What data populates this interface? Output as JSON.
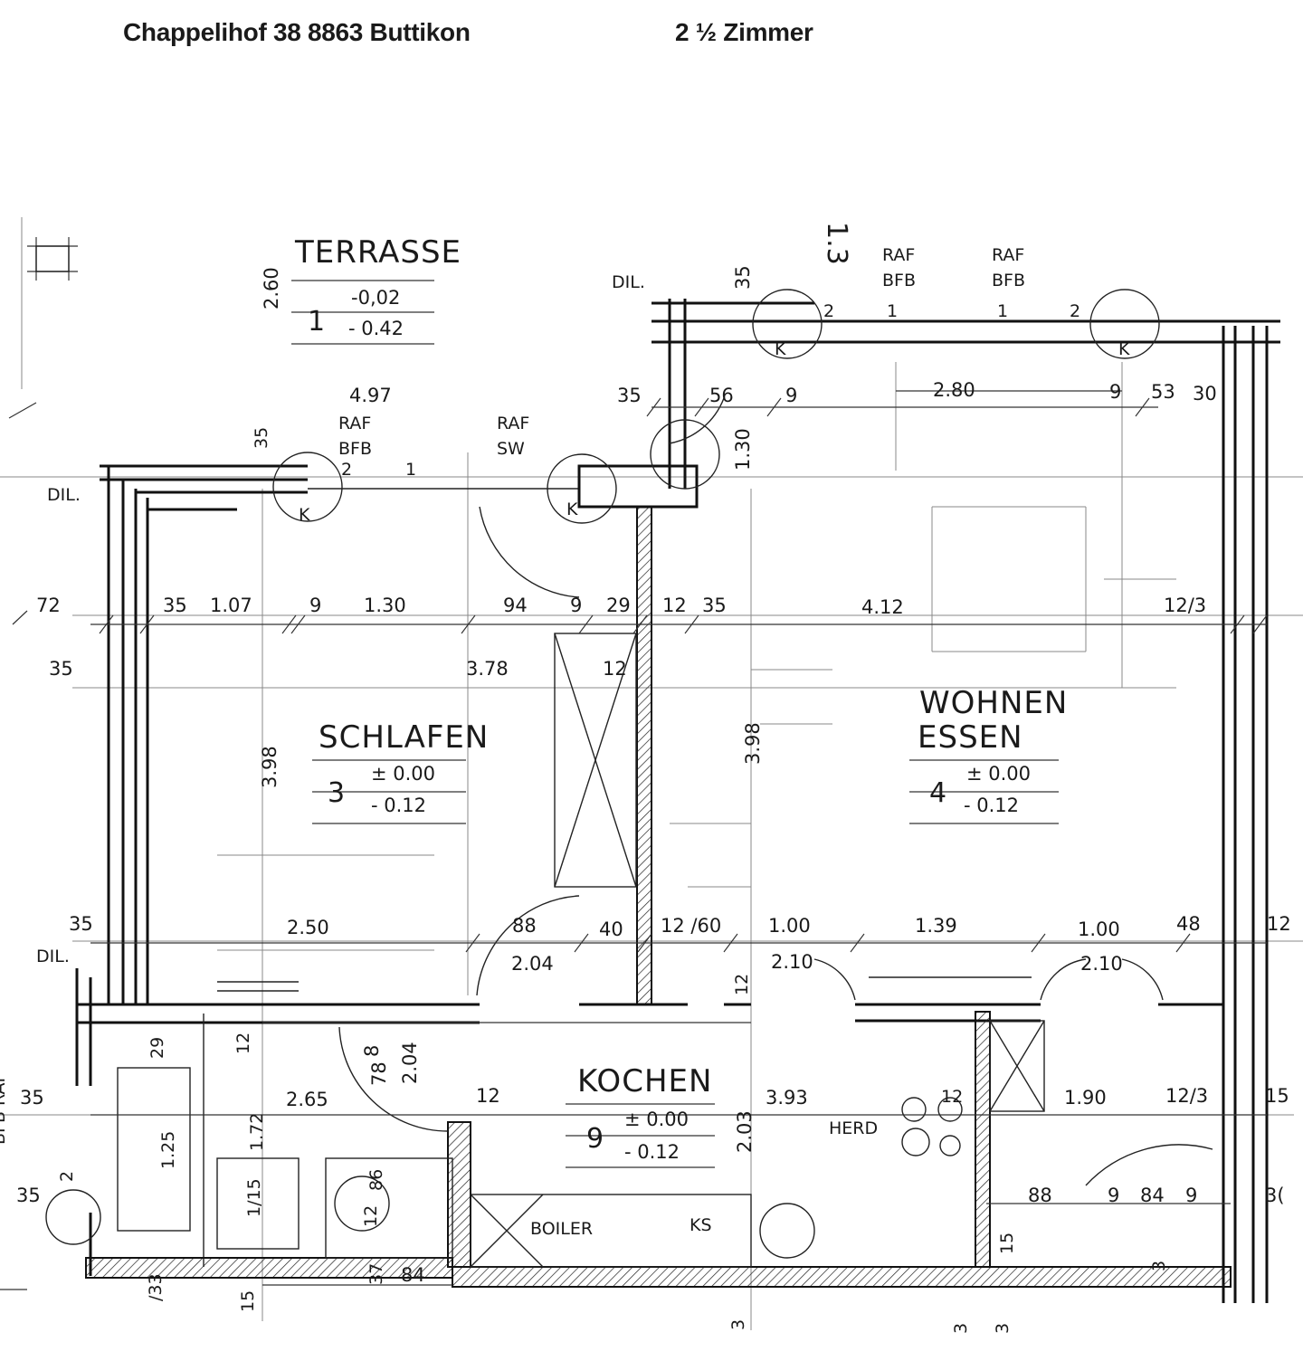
{
  "header": {
    "address": "Chappelihof 38  8863  Buttikon",
    "rooms": "2 ½ Zimmer"
  },
  "plan": {
    "sheet_ref": "1.3",
    "rooms": [
      {
        "name": "TERRASSE",
        "code": "1",
        "level_top": "-0,02",
        "level_bottom": "- 0.42"
      },
      {
        "name": "SCHLAFEN",
        "code": "3",
        "level_top": "± 0.00",
        "level_bottom": "- 0.12"
      },
      {
        "name_line1": "WOHNEN",
        "name_line2": "ESSEN",
        "code": "4",
        "level_top": "± 0.00",
        "level_bottom": "- 0.12"
      },
      {
        "name": "KOCHEN",
        "code": "9",
        "level_top": "± 0.00",
        "level_bottom": "- 0.12"
      }
    ],
    "fixtures": {
      "herd": "HERD",
      "boiler": "BOILER",
      "ks": "KS"
    },
    "window_tags": {
      "raf": "RAF",
      "bfb": "BFB",
      "sw": "SW",
      "dil": "DIL.",
      "k": "K",
      "raf_bfb_side": "BFB RAF"
    },
    "dimensions": {
      "terrace_height": "2.60",
      "w497": "4.97",
      "d35": "35",
      "d56": "56",
      "d9": "9",
      "d280": "2.80",
      "d53": "53",
      "d30": "30",
      "d130": "1.30",
      "d72": "72",
      "d107": "1.07",
      "d94": "94",
      "d29": "29",
      "d12": "12",
      "d412": "4.12",
      "d12_3": "12/3",
      "d378": "3.78",
      "d398": "3.98",
      "d250": "2.50",
      "d88": "88",
      "d40": "40",
      "d12_60": "12 /60",
      "d100": "1.00",
      "d139": "1.39",
      "d204": "2.04",
      "d210": "2.10",
      "d48": "48",
      "d265": "2.65",
      "d78": "78",
      "d8": "8",
      "d393": "3.93",
      "d190": "1.90",
      "d203": "2.03",
      "d125": "1.25",
      "d172": "1.72",
      "d115": "1/15",
      "d86": "86",
      "d84": "84",
      "d37": "37",
      "d15": "15",
      "d33": "/33",
      "d3": "3",
      "d1": "1",
      "d2": "2",
      "d15b": "15",
      "d3b": "3("
    }
  }
}
